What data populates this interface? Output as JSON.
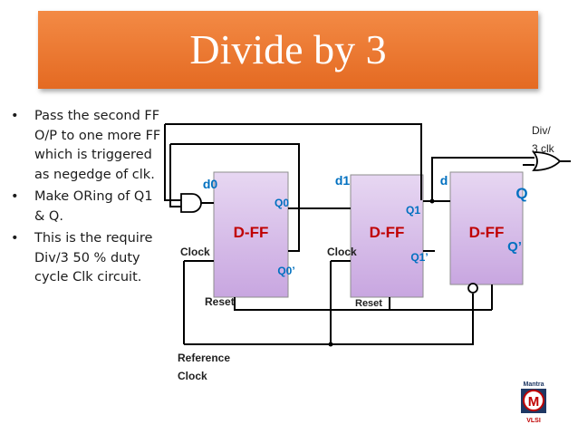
{
  "title": "Divide by 3",
  "bullets": [
    "Pass the second FF O/P to one more FF which is triggered as negedge of clk.",
    "Make ORing  of Q1 & Q.",
    "This is the require Div/3 50 % duty cycle Clk circuit."
  ],
  "diagram": {
    "ff_label": "D-FF",
    "d0": "d0",
    "d1": "d1",
    "d": "d",
    "q0": "Q0",
    "q0_bar": "Q0’",
    "q1": "Q1",
    "q1_bar": "Q1’",
    "q": "Q",
    "q_bar": "Q’",
    "clock_1": "Clock",
    "clock_2": "Clock",
    "reset_1": "Reset",
    "reset_2": "Reset",
    "reference_clock_line1": "Reference",
    "reference_clock_line2": "Clock",
    "output_line1": "Div/",
    "output_line2": "3 clk"
  },
  "logo": {
    "top": "Mantra",
    "letter": "M",
    "bottom": "VLSI"
  },
  "colors": {
    "banner": "#ec7a32",
    "ff_fill": "#d4b5e8",
    "ff_label": "#c00000",
    "signal": "#0070c0"
  }
}
